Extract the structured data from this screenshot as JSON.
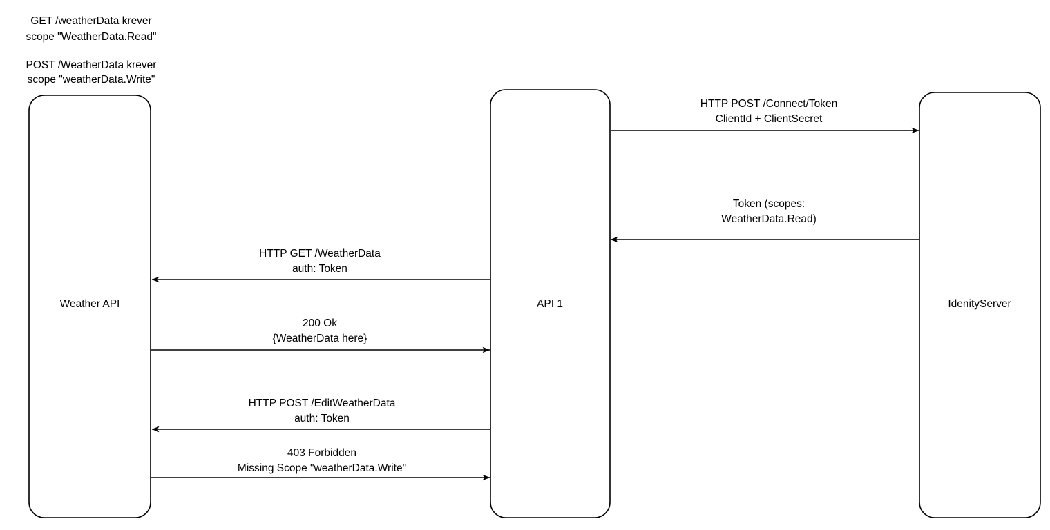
{
  "diagram": {
    "type": "sequence-diagram",
    "background_color": "#ffffff",
    "line_color": "#000000",
    "text_color": "#000000",
    "actors": [
      {
        "id": "weather-api",
        "label": "Weather API"
      },
      {
        "id": "api-1",
        "label": "API 1"
      },
      {
        "id": "identity-server",
        "label": "IdenityServer"
      }
    ],
    "notes": [
      {
        "id": "note-get-scope",
        "line1": "GET /weatherData krever",
        "line2": "scope \"WeatherData.Read\""
      },
      {
        "id": "note-post-scope",
        "line1": "POST /WeatherData krever",
        "line2": "scope \"weatherData.Write\""
      }
    ],
    "messages": [
      {
        "id": "msg-token-request",
        "from": "api-1",
        "to": "identity-server",
        "direction": "right",
        "line1": "HTTP POST /Connect/Token",
        "line2": "ClientId + ClientSecret"
      },
      {
        "id": "msg-token-response",
        "from": "identity-server",
        "to": "api-1",
        "direction": "left",
        "line1": "Token (scopes:",
        "line2": "WeatherData.Read)"
      },
      {
        "id": "msg-get-weatherdata",
        "from": "api-1",
        "to": "weather-api",
        "direction": "left",
        "line1": "HTTP GET /WeatherData",
        "line2": "auth: Token"
      },
      {
        "id": "msg-200-ok",
        "from": "weather-api",
        "to": "api-1",
        "direction": "right",
        "line1": "200 Ok",
        "line2": "{WeatherData here}"
      },
      {
        "id": "msg-post-editweatherdata",
        "from": "api-1",
        "to": "weather-api",
        "direction": "left",
        "line1": "HTTP POST /EditWeatherData",
        "line2": "auth: Token"
      },
      {
        "id": "msg-403-forbidden",
        "from": "weather-api",
        "to": "api-1",
        "direction": "right",
        "line1": "403 Forbidden",
        "line2": "Missing Scope \"weatherData.Write\""
      }
    ]
  }
}
